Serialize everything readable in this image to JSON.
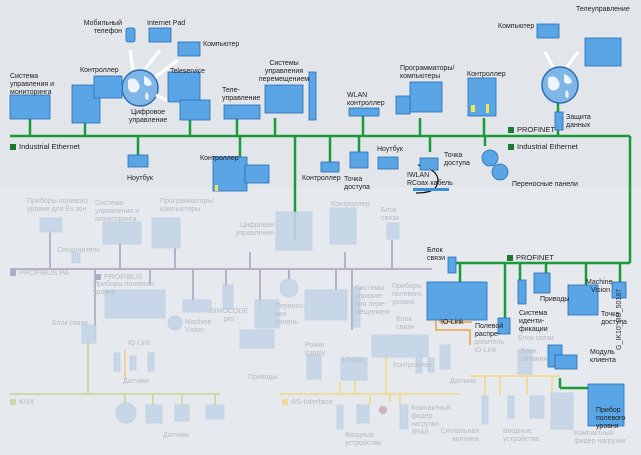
{
  "colors": {
    "ethernet_green": "#1a9a3a",
    "profibus_gray": "#b2aac4",
    "knx_green_faded": "#cfd9a8",
    "asi_yellow_faded": "#f0dc9a",
    "iolink_orange": "#f0a040",
    "device_blue": "#3a8fd6",
    "device_blue_faded": "#b7cde2",
    "text_dark": "#1e1e1e",
    "text_faded": "#b4bcc4"
  },
  "networks": {
    "industrial_ethernet_1": "Industrial Ethernet",
    "profinet_1": "PROFINET",
    "industrial_ethernet_2": "Industrial Ethernet",
    "profinet_2": "PROFINET",
    "profibus_pa": "PROFIBUS PA",
    "profibus": "PROFIBUS",
    "knx": "KNX",
    "as_interface": "AS-Interface",
    "io_link": "IO-Link"
  },
  "labels": {
    "monitoring_system": "Система\nуправления и\nмониторинга",
    "controller_top": "Контроллер",
    "mobile_phone": "Мобильный\nтелефон",
    "internet_pad": "Internet Pad",
    "computer_1": "Компьютер",
    "teleservice": "Teleservice",
    "digital_control": "Цифровое\nуправление",
    "telecontrol_1": "Теле-\nуправление",
    "motion_control": "Системы\nуправления\nперемещением",
    "wlan_controller": "WLAN\nконтроллер",
    "programmers": "Программаторы/\nкомпьютеры",
    "controller_right": "Контроллер",
    "computer_2": "Компьютер",
    "telecontrol_2": "Телеуправление",
    "data_security": "Защита\nданных",
    "notebook_1": "Ноутбук",
    "controller_mid": "Контроллер",
    "controller_small": "Контроллер",
    "access_point_1": "Точка\nдоступа",
    "notebook_2": "Ноутбук",
    "access_point_2": "Точка\nдоступа",
    "iwlan_rcoax": "IWLAN\nRCoax кабель",
    "mobile_panels": "Переносные панели",
    "link_module_1": "Блок\nсвязи",
    "drives_right": "Приводы",
    "machine_vision_right": "Machine\nVision",
    "id_system": "Система\nиденти-\nфикации",
    "access_point_3": "Точка\nдоступа",
    "io_link_label": "IO-Link",
    "field_distributor": "Полевой\nраспре-",
    "client_module": "Модуль\nклиента",
    "field_device_right": "Прибор\nполевого\nуровня",
    "f_field_devices_ex": "Приборы полевого\nуровня для Ex зон",
    "f_monitoring": "Система\nуправления и\nмониторинга",
    "f_programmers": "Программаторы/\nкомпьютеры",
    "f_digital_control": "Цифровое\nуправление",
    "f_controller": "Контроллер",
    "f_link_module": "Блок\nсвязи",
    "f_connector": "Соединитель",
    "f_field_devices": "Приборы полевого\nуровня",
    "f_machine_vision": "Machine\nVision",
    "f_simocode": "SIMOCODE\npro",
    "f_mobile_panel": "Перенос-\nная\nпанель",
    "f_motion": "Системы\nуправле-\nния пере-\nмещением",
    "f_field_devices_2": "Приборы\nполевого\nуровня",
    "f_link_module_2": "Блок\nсвязи",
    "f_link_module_3": "Блок связи",
    "f_io_link": "IO-Link",
    "f_sensors_1": "Датчики",
    "f_drives": "Приводы",
    "f_power_supply": "Power\nsupply",
    "f_logo": "LOGO!",
    "f_controller_2": "Контроллер",
    "f_distributor_iolink": "делитель\nIO-Link",
    "f_link_module_4": "Блок связи",
    "f_power_unit": "Блок\nпитания",
    "f_sensors_2": "Датчики",
    "f_sensors_3": "Датчики",
    "f_io_devices_1": "Вводные\nустройства",
    "f_compact_starter_1": "Компактный\nфидер\nнагрузки\n3RA6",
    "f_signal_column": "Сигнальная\nколонна",
    "f_io_devices_2": "Вводные\nустройства",
    "f_compact_starter_2": "Компактный\nфидер нагрузки"
  },
  "figure_code": "G_IK10_RU_50187"
}
